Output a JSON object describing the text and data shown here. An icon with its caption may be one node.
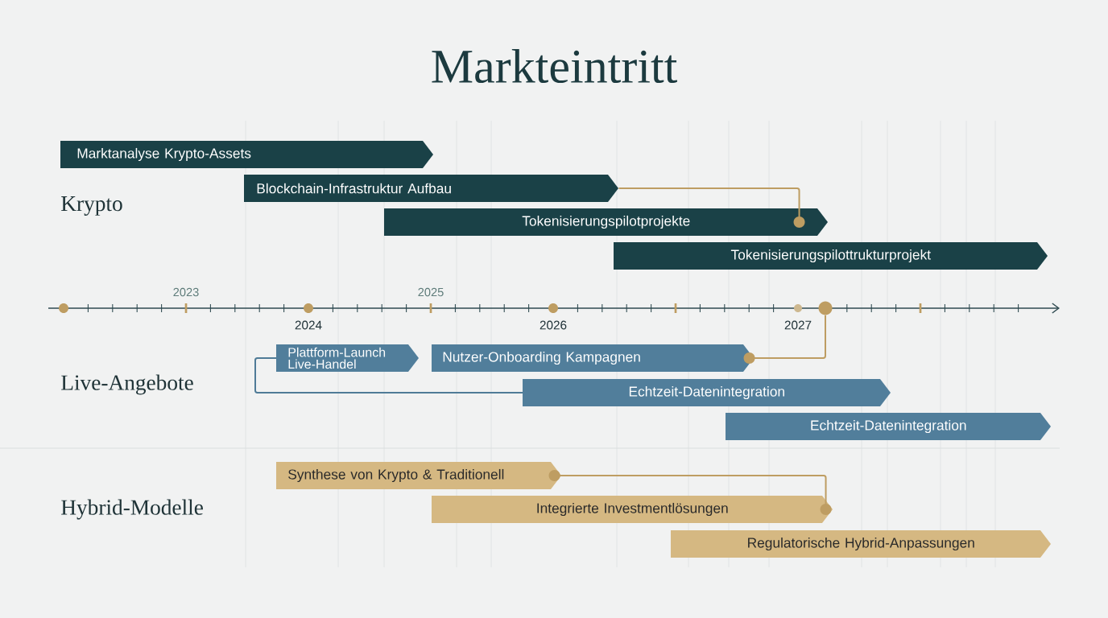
{
  "diagram": {
    "title": "Markteintritt",
    "nodes": [
      {
        "text": [
          "Marktanalyse Krypto-Assets"
        ]
      },
      {
        "text": [
          "Blockchain-Infrastruktur Aufbau"
        ]
      },
      {
        "text": [
          "Tokenisierungspilotprojekte"
        ]
      },
      {
        "text": [
          "Tokenisierungspilottrukturprojekt"
        ]
      },
      {
        "text": [],
        "shape": "circle"
      },
      {
        "text": [
          "Plattform-Launch Live-Handel"
        ]
      },
      {
        "text": [
          "Nutzer-Onboarding Kampagnen"
        ]
      },
      {
        "text": [
          "Echtzeit-Datenintegration"
        ]
      },
      {
        "text": [
          "Echtzeit-Datenintegration"
        ]
      },
      {
        "text": [
          "Synthese von Krypto & Traditionell"
        ]
      },
      {
        "text": [
          "Integrierte Investmentlösungen"
        ]
      },
      {
        "text": [
          "Regulatorische Hybrid-Anpassungen"
        ]
      }
    ],
    "edges": [
      {
        "from": 1,
        "to": 2,
        "arrow": "other"
      },
      {
        "from": 6,
        "to": 4,
        "arrow": "other"
      },
      {
        "from": 5,
        "to": 7,
        "arrow": "none",
        "color": "#4f7b97"
      },
      {
        "from": 9,
        "to": 10,
        "arrow": "other"
      }
    ],
    "labels": [
      "Krypto",
      "2023",
      "2025",
      "2024",
      "2026",
      "2027",
      "Live-Angebote",
      "Hybrid-Modelle"
    ]
  }
}
